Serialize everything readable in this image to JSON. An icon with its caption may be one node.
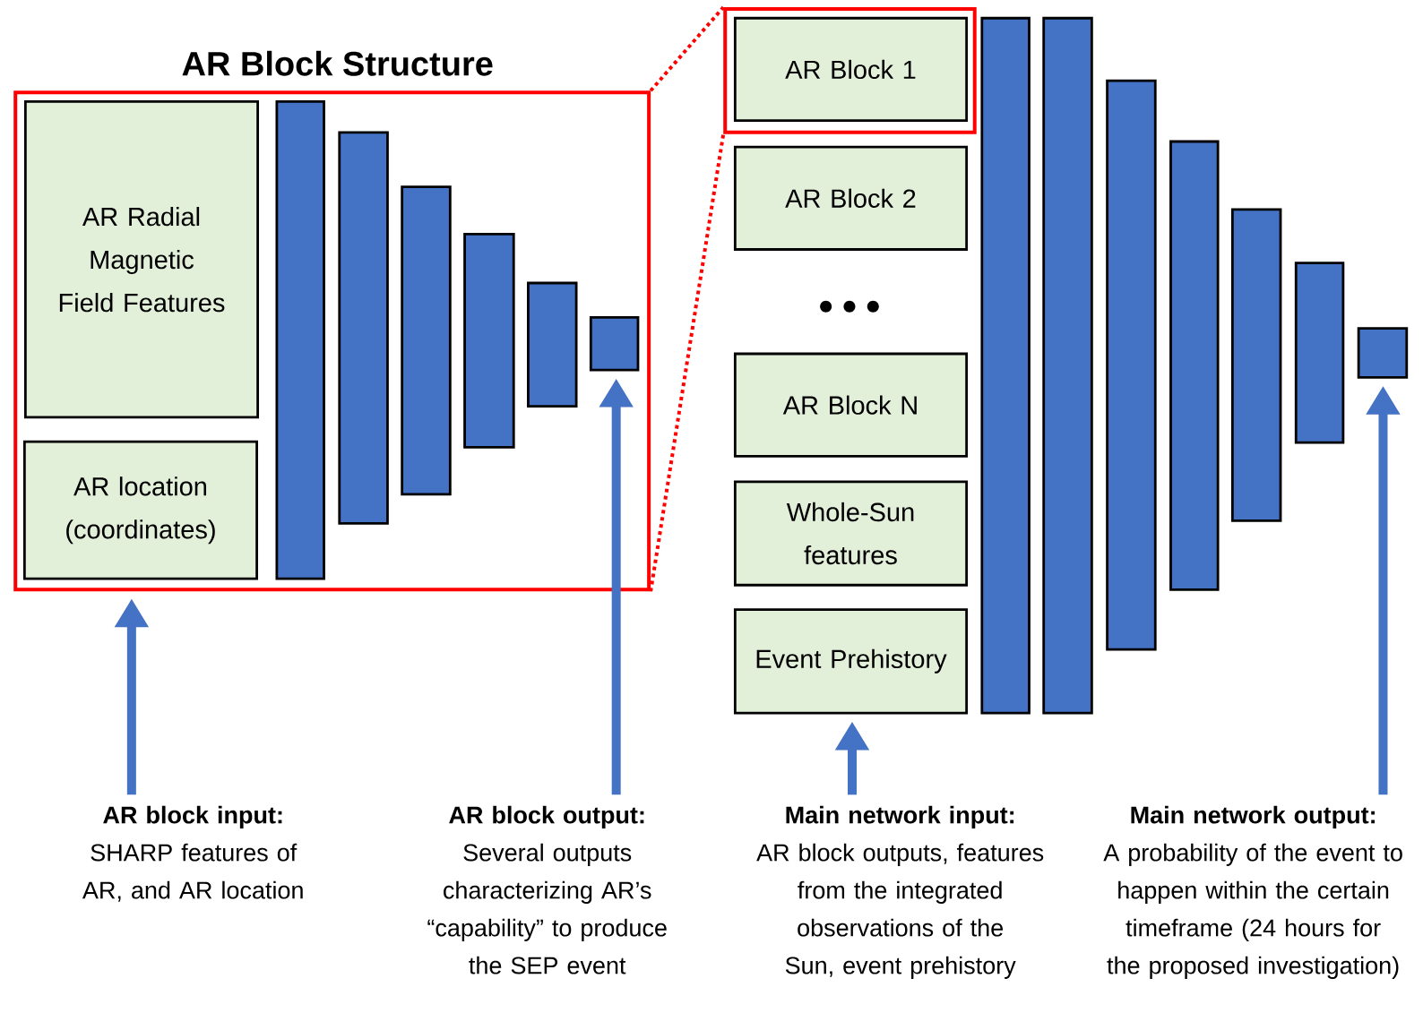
{
  "diagram": {
    "nodes": [
      {
        "text": [
          "AR Block Structure"
        ]
      },
      {
        "text": [
          "AR Radial Magnetic Field Features"
        ],
        "in": 0
      },
      {
        "text": [
          "AR location (coordinates)"
        ],
        "in": 0
      },
      {
        "text": [],
        "shape": "bar",
        "in": 0
      },
      {
        "text": [],
        "shape": "bar",
        "in": 0
      },
      {
        "text": [],
        "shape": "bar",
        "in": 0
      },
      {
        "text": [],
        "shape": "bar",
        "in": 0
      },
      {
        "text": [],
        "shape": "bar",
        "in": 0
      },
      {
        "text": [],
        "shape": "bar",
        "in": 0
      },
      {
        "text": [],
        "shape": "box"
      },
      {
        "text": [
          "AR Block 1"
        ],
        "in": 9
      },
      {
        "text": [
          "AR Block 2"
        ]
      },
      {
        "text": [
          "AR Block N"
        ]
      },
      {
        "text": [
          "Whole-Sun features"
        ]
      },
      {
        "text": [
          "Event Prehistory"
        ]
      },
      {
        "text": [],
        "shape": "bar"
      },
      {
        "text": [],
        "shape": "bar"
      },
      {
        "text": [],
        "shape": "bar"
      },
      {
        "text": [],
        "shape": "bar"
      },
      {
        "text": [],
        "shape": "bar"
      },
      {
        "text": [],
        "shape": "bar"
      },
      {
        "text": [],
        "shape": "bar"
      },
      {
        "text": [
          "AR block input:",
          "SHARP features of AR, and AR location"
        ]
      },
      {
        "text": [
          "AR block output:",
          "Several outputs characterizing AR’s “capability” to produce the SEP event"
        ]
      },
      {
        "text": [
          "Main network input:",
          "AR block outputs, features from the integrated observations of the Sun, event prehistory"
        ]
      },
      {
        "text": [
          "Main network output:",
          "A probability of the event to happen within the certain timeframe (24 hours for the proposed investigation)"
        ]
      }
    ],
    "edges": [
      {
        "from": 0,
        "to": 9,
        "arrow": "none",
        "style": "dashed",
        "color": "#ff0000"
      },
      {
        "from": 0,
        "to": 9,
        "arrow": "none",
        "style": "dashed",
        "color": "#ff0000"
      },
      {
        "from": 22,
        "to": 0,
        "arrow": "to"
      },
      {
        "from": 23,
        "to": 8,
        "arrow": "to"
      },
      {
        "from": 24,
        "to": 14,
        "arrow": "to"
      },
      {
        "from": 25,
        "to": 21,
        "arrow": "to"
      }
    ]
  }
}
